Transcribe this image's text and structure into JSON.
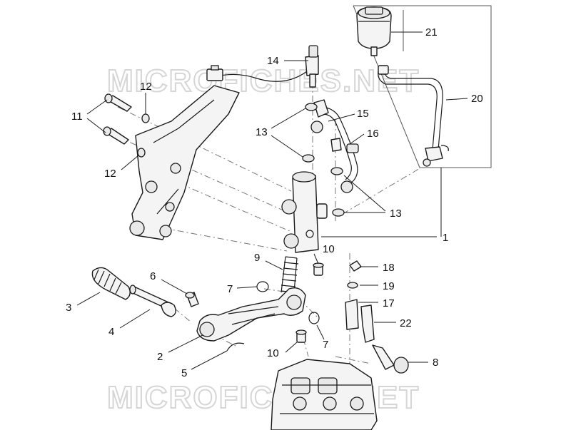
{
  "watermark": {
    "top": "MICROFICHES.NET",
    "bottom": "MICROFICHES.NET"
  },
  "callouts": {
    "c1": "1",
    "c2": "2",
    "c3": "3",
    "c4": "4",
    "c5": "5",
    "c6": "6",
    "c7a": "7",
    "c7b": "7",
    "c8": "8",
    "c9": "9",
    "c10a": "10",
    "c10b": "10",
    "c11": "11",
    "c12a": "12",
    "c12b": "12",
    "c13a": "13",
    "c13b": "13",
    "c14": "14",
    "c15": "15",
    "c16": "16",
    "c17": "17",
    "c18": "18",
    "c19": "19",
    "c20": "20",
    "c21": "21",
    "c22": "22"
  }
}
